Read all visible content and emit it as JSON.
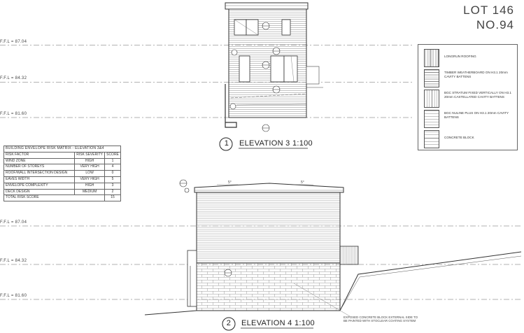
{
  "title": {
    "line1": "LOT 146",
    "line2": "NO.94"
  },
  "levels": {
    "upper": "F.F.L = 87.04",
    "middle": "F.F.L = 84.32",
    "lower": "F.F.L = 81.60"
  },
  "elevations": {
    "e3": {
      "number": "1",
      "label": "ELEVATION 3  1:100"
    },
    "e4": {
      "number": "2",
      "label": "ELEVATION 4  1:100"
    }
  },
  "legend": {
    "items": [
      {
        "label": "LONGRUN ROOFING",
        "swatch": "vertical-lines"
      },
      {
        "label": "TIMBER WEATHERBOARD ON H3.1 20mm CAVITY BATTENS",
        "swatch": "horizontal-lines"
      },
      {
        "label": "BGC STRATUM FIXED VERTICALLY ON H3.1 20mm CASTELLATED CAVITY BATTENS",
        "swatch": "vertical-lines"
      },
      {
        "label": "BGC NULINE PLUS ON H3.1 20mm CAVITY BATTENS",
        "swatch": "horizontal-lines"
      },
      {
        "label": "CONCRETE BLOCK",
        "swatch": "block"
      }
    ]
  },
  "risk_matrix": {
    "title": "BUILDING ENVELOPE RISK MATRIX - ELEVATION 3&4",
    "headers": [
      "RISK FACTOR",
      "RISK SEVERITY",
      "SCORE"
    ],
    "rows": [
      [
        "WIND ZONE",
        "HIGH",
        "1"
      ],
      [
        "NUMBER OF STOREYS",
        "VERY HIGH",
        "4"
      ],
      [
        "ROOF/WALL INTERSECTION DESIGN",
        "LOW",
        "0"
      ],
      [
        "EAVES WIDTH",
        "VERY HIGH",
        "5"
      ],
      [
        "ENVELOPE COMPLEXITY",
        "HIGH",
        "3"
      ],
      [
        "DECK DESIGN",
        "MEDIUM",
        "2"
      ]
    ],
    "total": [
      "TOTAL RISK SCORE",
      "15"
    ]
  },
  "roof_pitch": {
    "left": "5°",
    "right": "5°"
  },
  "notes": {
    "concrete_block": "EXPOSED CONCRETE BLOCK EXTERNAL SIDE TO BE PAINTED WITH STOCLEAR COATING SYSTEM"
  }
}
